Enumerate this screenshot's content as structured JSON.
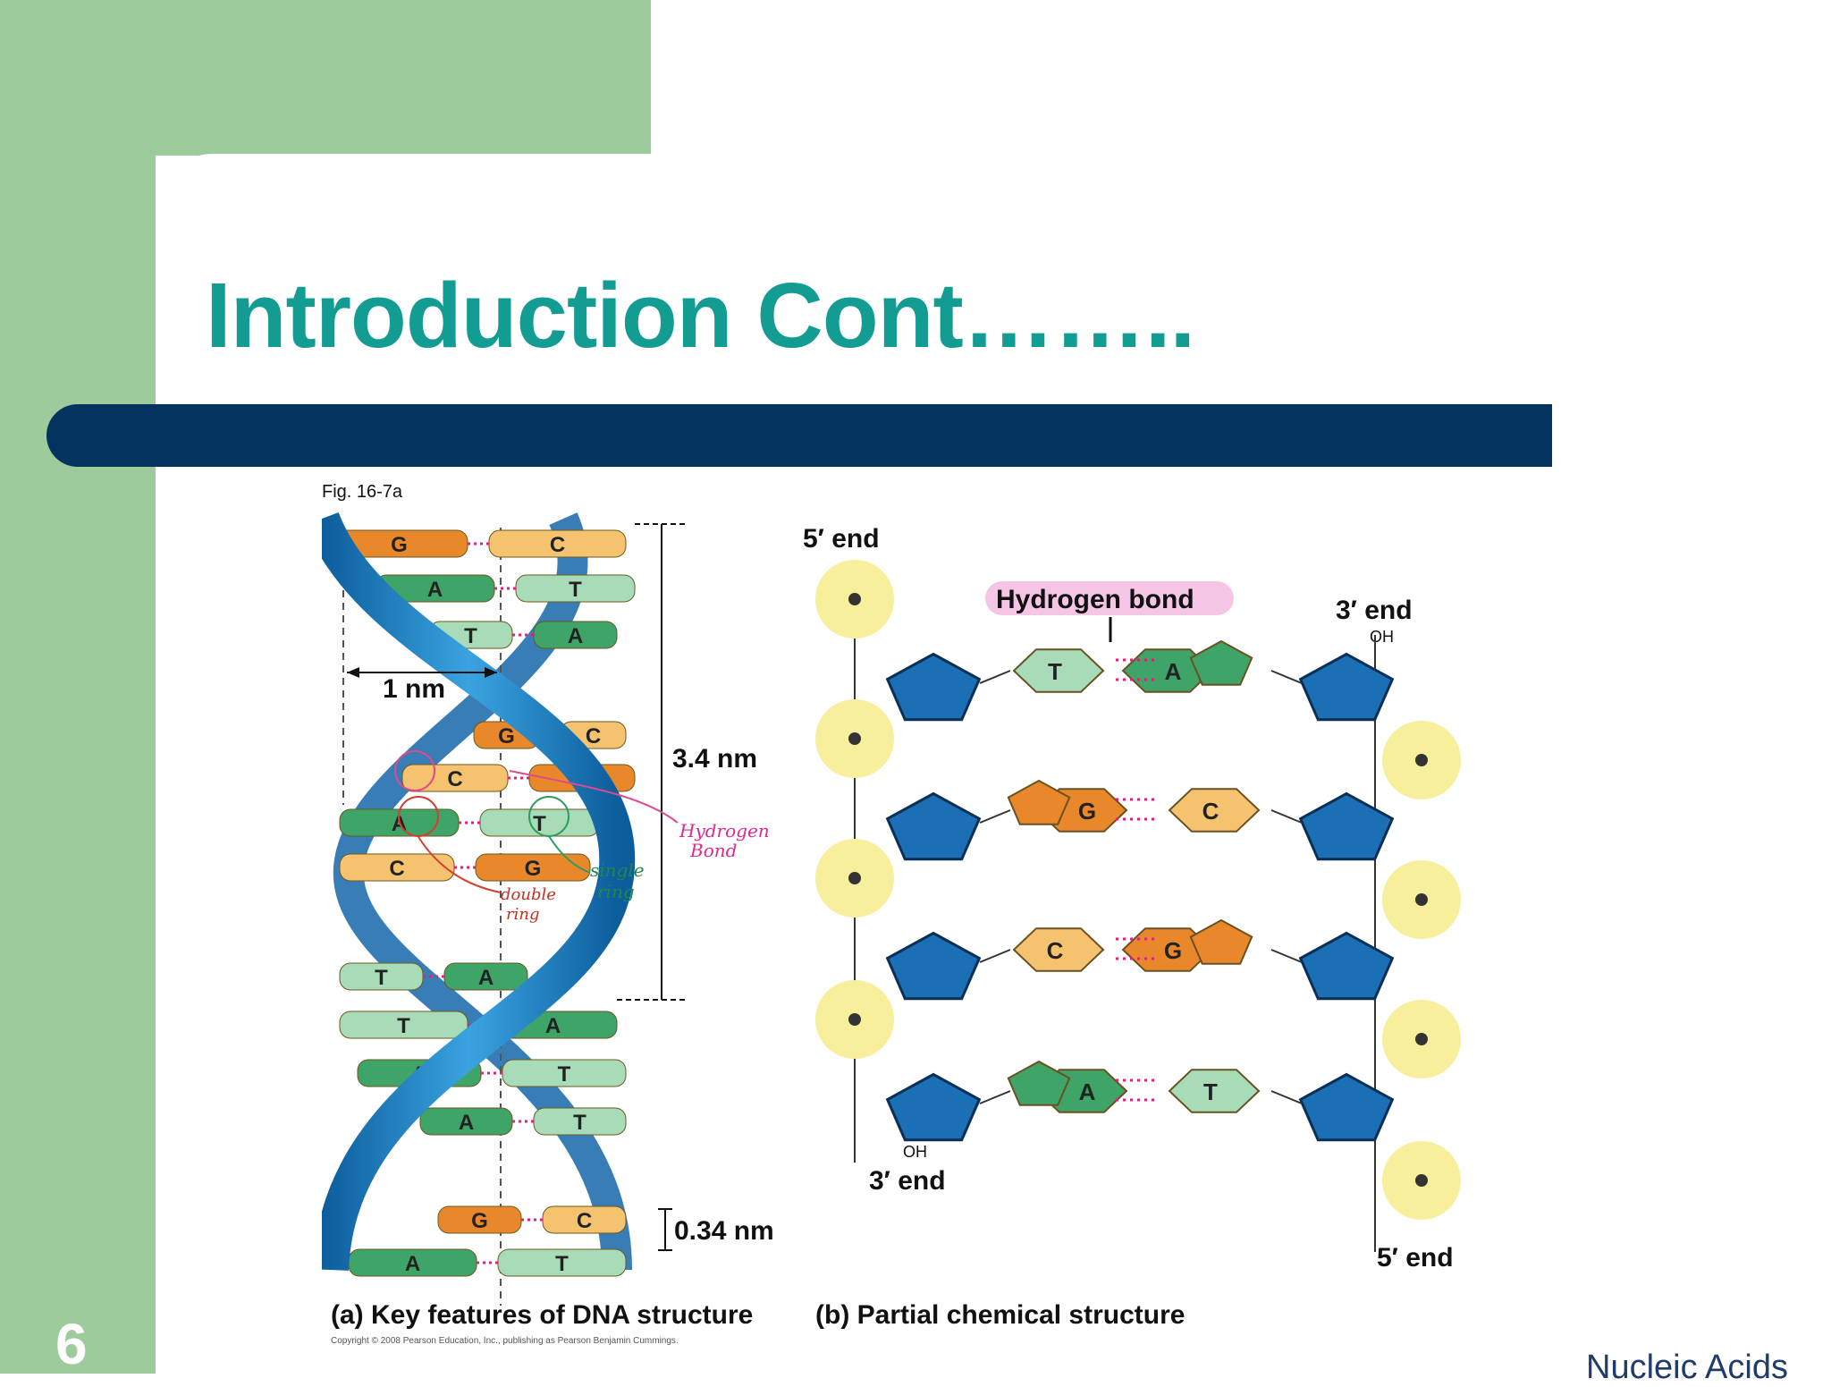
{
  "slide": {
    "title": "Introduction Cont……..",
    "number": "6",
    "footer": "Nucleic Acids"
  },
  "figure": {
    "fig_label": "Fig. 16-7a",
    "panel_a": {
      "caption": "(a) Key features of DNA structure",
      "width_label": "1 nm",
      "turn_label": "3.4 nm",
      "rise_label": "0.34 nm",
      "base_pairs": [
        {
          "left": "G",
          "right": "C"
        },
        {
          "left": "A",
          "right": "T"
        },
        {
          "left": "T",
          "right": "A"
        },
        {
          "left": "G",
          "right": "C"
        },
        {
          "left": "C",
          "right": "G"
        },
        {
          "left": "A",
          "right": "T"
        },
        {
          "left": "C",
          "right": "G"
        },
        {
          "left": "T",
          "right": "A"
        },
        {
          "left": "T",
          "right": "A"
        },
        {
          "left": "A",
          "right": "T"
        },
        {
          "left": "A",
          "right": "T"
        },
        {
          "left": "G",
          "right": "C"
        },
        {
          "left": "A",
          "right": "T"
        }
      ],
      "annotations": {
        "hydrogen_bond_line1": "Hydrogen",
        "hydrogen_bond_line2": "Bond",
        "single_ring_line1": "single",
        "single_ring_line2": "ring",
        "double_ring_line1": "double",
        "double_ring_line2": "ring"
      }
    },
    "panel_b": {
      "caption": "(b) Partial chemical structure",
      "hydrogen_bond_label": "Hydrogen bond",
      "end_top_left": "5′ end",
      "end_top_right": "3′ end",
      "end_bottom_left": "3′ end",
      "end_bottom_right": "5′ end",
      "oh_top_right": "OH",
      "oh_bottom_left": "OH",
      "rungs": [
        {
          "left": "T",
          "right": "A"
        },
        {
          "left": "G",
          "right": "C"
        },
        {
          "left": "C",
          "right": "G"
        },
        {
          "left": "A",
          "right": "T"
        }
      ]
    },
    "copyright": "Copyright © 2008 Pearson Education, Inc., publishing as Pearson Benjamin Cummings."
  },
  "colors": {
    "green_bg": "#9ecb9c",
    "title": "#129c92",
    "bar": "#03335e",
    "guanine": "#e8882a",
    "cytosine": "#f5c270",
    "adenine": "#3ea467",
    "thymine": "#a8dcb8",
    "sugar": "#1a6fb5",
    "phosphate": "#f8ef9c"
  }
}
